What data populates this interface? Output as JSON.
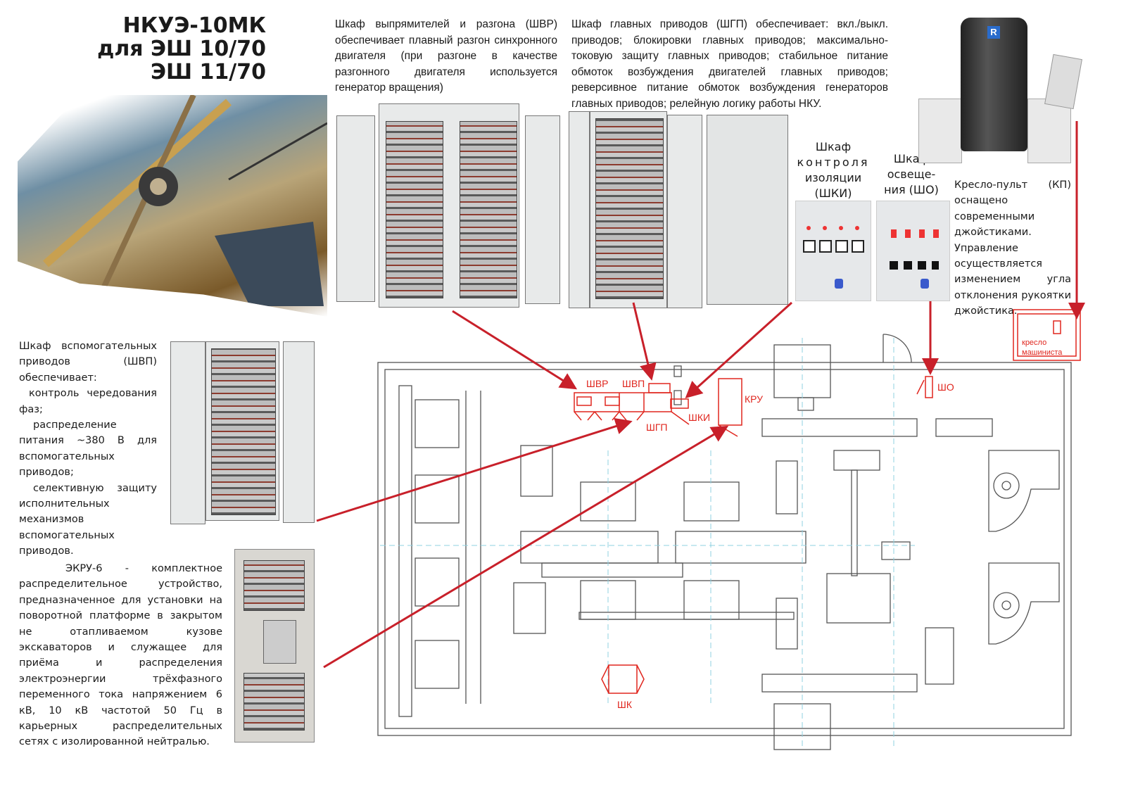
{
  "title": {
    "line1": "НКУЭ-10МК",
    "line2": "для ЭШ 10/70",
    "line3": "ЭШ 11/70"
  },
  "shvr_text": "Шкаф выпрямителей и разгона (ШВР) обеспечивает плавный разгон синхронного двигателя (при разгоне в качестве разгонного двигателя используется генератор вращения)",
  "shgp_text": "Шкаф главных приводов (ШГП) обеспечивает: вкл./выкл. приводов; блокировки главных приводов; максимально-токовую защиту главных приводов; стабильное питание обмоток возбуждения двигателей главных приводов; реверсивное питание обмоток возбуждения генераторов главных приводов; релейную логику работы НКУ.",
  "shki_label": {
    "l1": "Шкаф",
    "l2": "контроля",
    "l3": "изоляции",
    "l4": "(ШКИ)"
  },
  "sho_label": {
    "l1": "Шкаф",
    "l2": "освеще-",
    "l3": "ния (ШО)"
  },
  "chair_text": "Кресло-пульт (КП) оснащено современными джойстиками. Управление осуществляется изменением угла отклонения рукоятки джойстика.",
  "chair_box": {
    "l1": "кресло",
    "l2": "машиниста"
  },
  "shvp_text": {
    "intro": "Шкаф вспомогательных приводов (ШВП) обеспечивает:",
    "i1": "контроль чередования фаз;",
    "i2": "распределение питания ~380 В для вспомогательных приводов;",
    "i3": "селективную защиту исполнительных механизмов вспомогательных приводов."
  },
  "ekru_text": "ЭКРУ-6 - комплектное распределительное устройство, предназначенное для установки на поворотной платформе в закрытом не отапливаемом кузове экскаваторов и служащее для приёма и распределения электроэнергии трёхфазного переменного тока напряжением 6 кВ, 10 кВ частотой 50 Гц в карьерных распределительных сетях с изолированной нейтралью.",
  "plan_labels": {
    "shvr": "ШВР",
    "shvp": "ШВП",
    "shgp": "ШГП",
    "shki": "ШКИ",
    "kru": "КРУ",
    "sho": "ШО",
    "shk": "ШК"
  },
  "chair_logo": "R",
  "colors": {
    "accent": "#e0261e",
    "arrow": "#c8202a",
    "plan_line": "#555555",
    "axis": "#8fd0e0"
  }
}
